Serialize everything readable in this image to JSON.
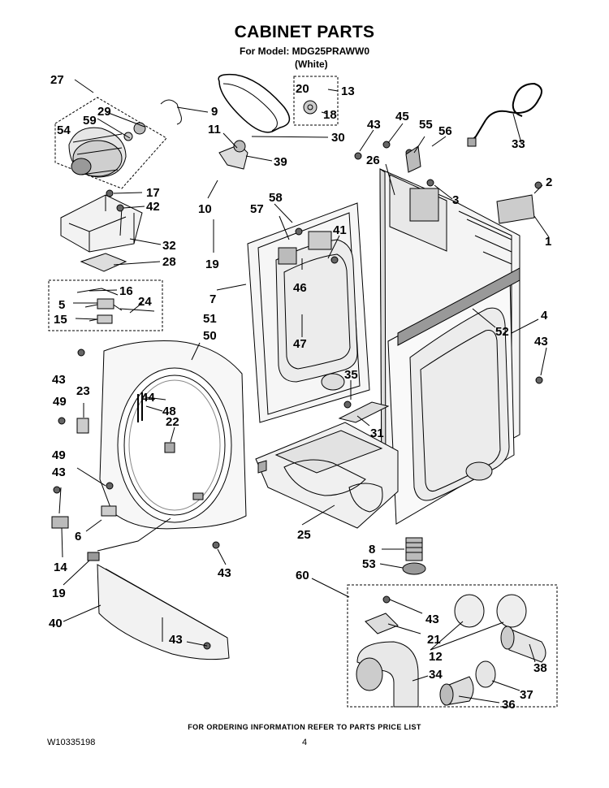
{
  "header": {
    "title": "CABINET PARTS",
    "model_line": "For Model: MDG25PRAWW0",
    "color_line": "(White)"
  },
  "callouts": [
    "27",
    "29",
    "59",
    "54",
    "9",
    "20",
    "13",
    "18",
    "11",
    "30",
    "39",
    "43",
    "45",
    "55",
    "56",
    "26",
    "33",
    "17",
    "42",
    "2",
    "3",
    "10",
    "58",
    "57",
    "41",
    "1",
    "32",
    "28",
    "19",
    "46",
    "7",
    "16",
    "5",
    "24",
    "15",
    "51",
    "47",
    "4",
    "52",
    "50",
    "43",
    "43",
    "35",
    "44",
    "48",
    "49",
    "23",
    "22",
    "31",
    "49",
    "43",
    "6",
    "25",
    "14",
    "8",
    "53",
    "43",
    "60",
    "19",
    "40",
    "43",
    "21",
    "43",
    "12",
    "38",
    "34",
    "37",
    "36"
  ],
  "footer": {
    "ordering_note": "FOR ORDERING INFORMATION REFER TO PARTS PRICE LIST",
    "doc_number": "W10335198",
    "page_number": "4"
  }
}
